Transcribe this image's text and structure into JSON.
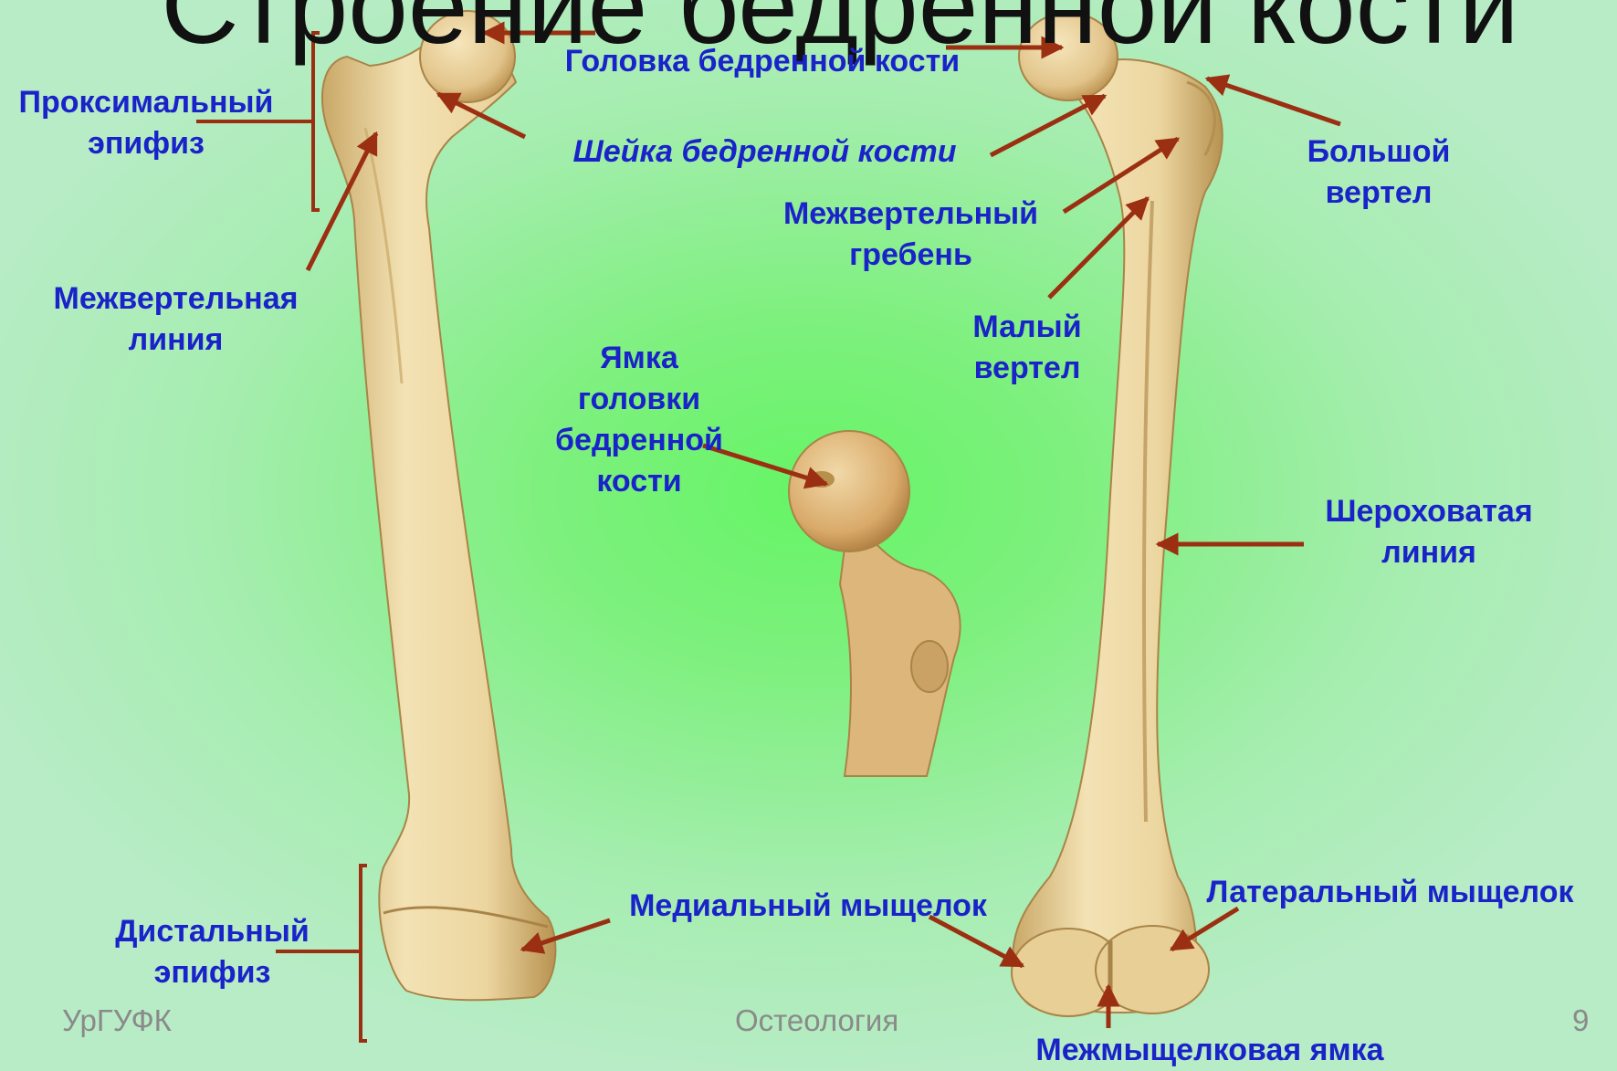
{
  "title": "Строение бедренной кости",
  "labels": {
    "proximal_epiphysis": [
      "Проксимальный",
      "эпифиз"
    ],
    "femoral_head": [
      "Головка бедренной кости"
    ],
    "femoral_neck": [
      "Шейка бедренной кости"
    ],
    "intertrochanteric_line": [
      "Межвертельная",
      "линия"
    ],
    "greater_trochanter": [
      "Большой",
      "вертел"
    ],
    "intertrochanteric_crest": [
      "Межвертельный",
      "гребень"
    ],
    "lesser_trochanter": [
      "Малый",
      "вертел"
    ],
    "head_fovea": [
      "Ямка",
      "головки",
      "бедренной",
      "кости"
    ],
    "linea_aspera": [
      "Шероховатая",
      "линия"
    ],
    "distal_epiphysis": [
      "Дистальный",
      "эпифиз"
    ],
    "medial_condyle": [
      "Медиальный мыщелок"
    ],
    "lateral_condyle": [
      "Латеральный мыщелок"
    ],
    "intercondylar_fossa": [
      "Межмыщелковая ямка"
    ]
  },
  "footer": {
    "left": "УрГУФК",
    "center": "Остеология",
    "page_number": "9"
  },
  "colors": {
    "label_text": "#1a23c9",
    "arrow": "#9b2f12",
    "bone": "#ecd6a0",
    "bone_shade": "#c9a867",
    "background_center": "#66f566",
    "background_edge": "#b8ecc6"
  }
}
